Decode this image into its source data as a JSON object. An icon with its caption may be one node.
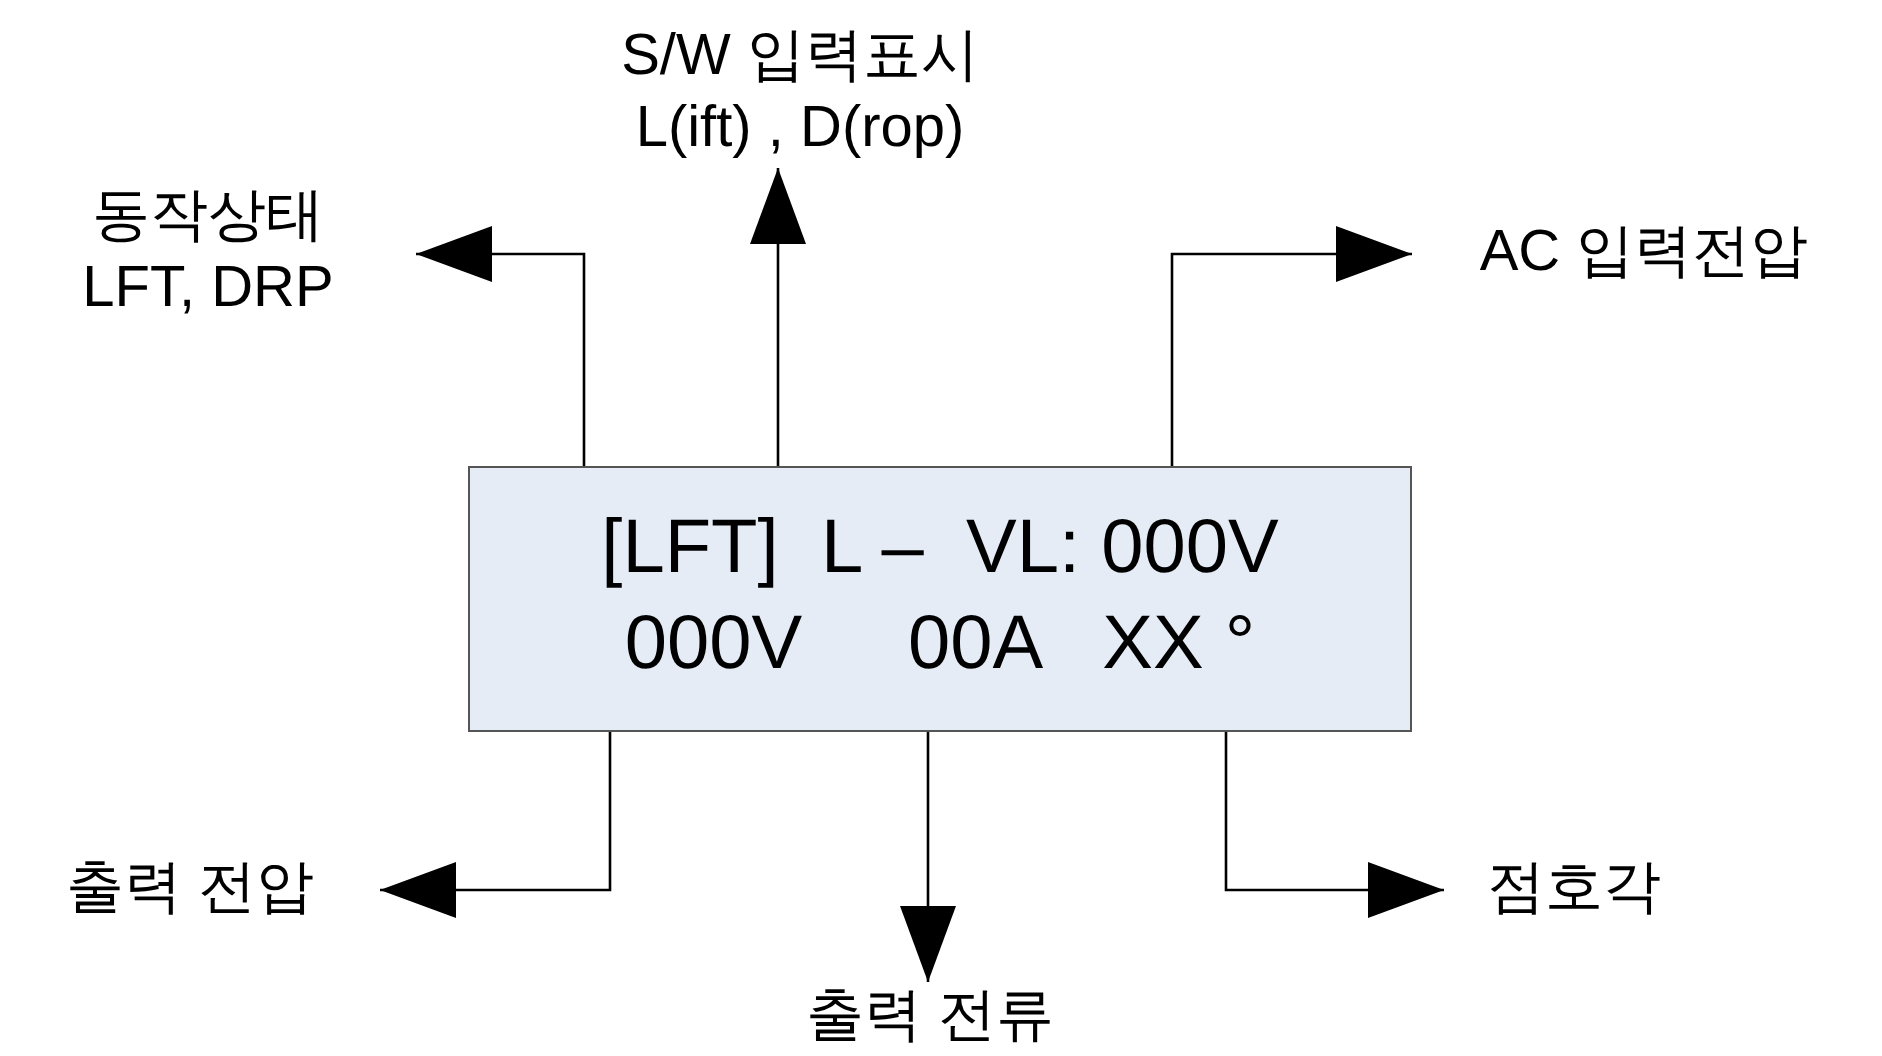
{
  "diagram": {
    "nodes": [
      {
        "text": [
          "[LFT]  L –  VL: 000V",
          "000V     00A   XX °"
        ]
      },
      {
        "text": [
          "동작상태",
          "LFT, DRP"
        ]
      },
      {
        "text": [
          "S/W 입력표시",
          "L(ift) , D(rop)"
        ]
      },
      {
        "text": [
          "AC 입력전압"
        ]
      },
      {
        "text": [
          "출력 전압"
        ]
      },
      {
        "text": [
          "출력 전류"
        ]
      },
      {
        "text": [
          "점호각"
        ]
      }
    ],
    "edges": [
      {
        "from": 0,
        "to": 1,
        "arrow": "to"
      },
      {
        "from": 0,
        "to": 2,
        "arrow": "to"
      },
      {
        "from": 0,
        "to": 3,
        "arrow": "to"
      },
      {
        "from": 0,
        "to": 4,
        "arrow": "to"
      },
      {
        "from": 0,
        "to": 5,
        "arrow": "to"
      },
      {
        "from": 0,
        "to": 6,
        "arrow": "to"
      }
    ]
  }
}
